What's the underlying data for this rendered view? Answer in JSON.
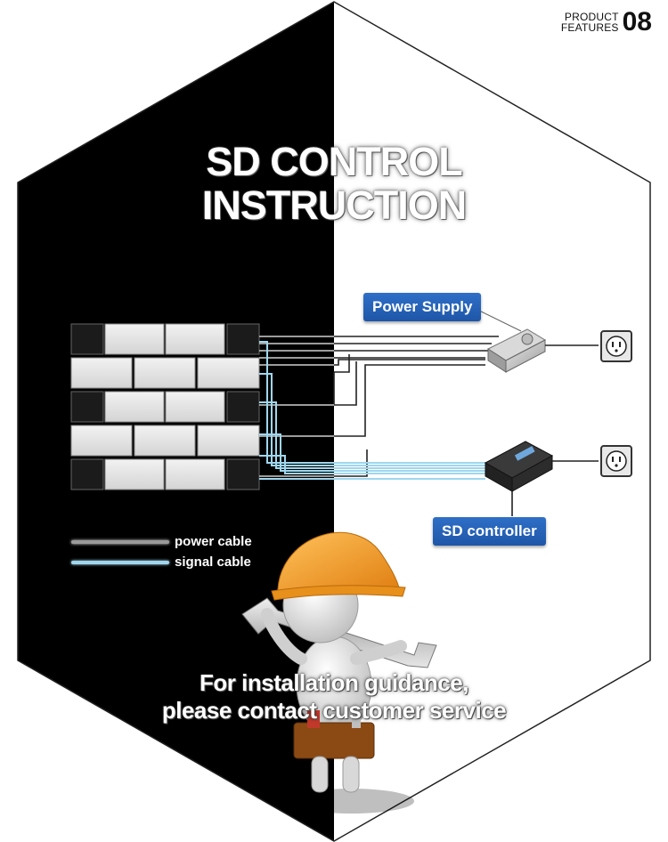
{
  "badge": {
    "line1": "PRODUCT",
    "line2": "FEATURES",
    "number": "08"
  },
  "title": {
    "line1": "SD CONTROL",
    "line2": "INSTRUCTION"
  },
  "labels": {
    "power_supply": "Power Supply",
    "sd_controller": "SD controller"
  },
  "legend": {
    "power": {
      "label": "power cable",
      "color": "#9a9a9a"
    },
    "signal": {
      "label": "signal cable",
      "color": "#9fd6ee"
    }
  },
  "footer": {
    "line1": "For installation guidance,",
    "line2": "please contact customer service"
  },
  "colors": {
    "dark_half": "#000000",
    "light_half": "#ffffff",
    "accent_blue": "#2363b8",
    "helmet_orange": "#f2a33a"
  }
}
